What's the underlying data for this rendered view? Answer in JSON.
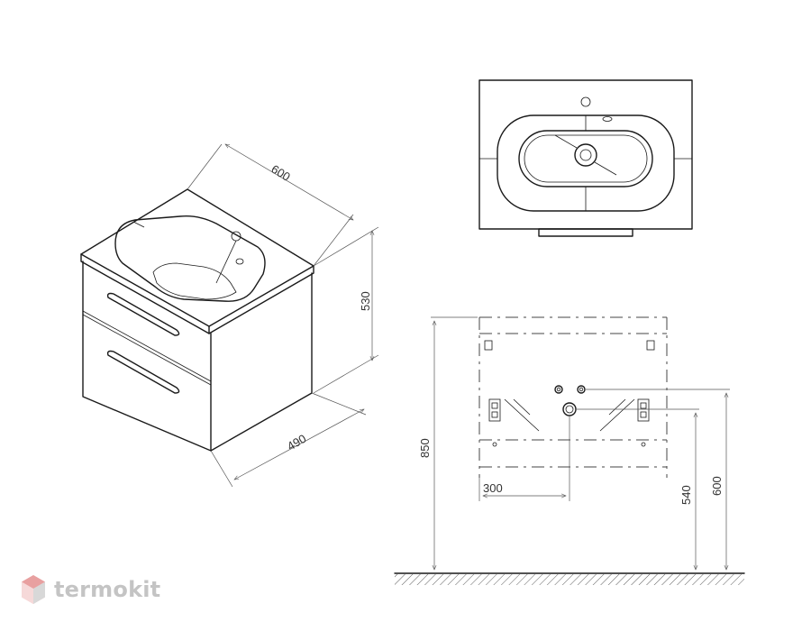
{
  "dimensions": {
    "width": "600",
    "height": "530",
    "depth": "490",
    "mount_height": "850",
    "drain_height": "540",
    "supply_height": "600",
    "drain_offset": "300"
  },
  "watermark": {
    "brand": "termokit",
    "logo_icon": "hexagon-cube-icon",
    "color": "#c4c4c4",
    "accent": "#e8a0a0"
  }
}
